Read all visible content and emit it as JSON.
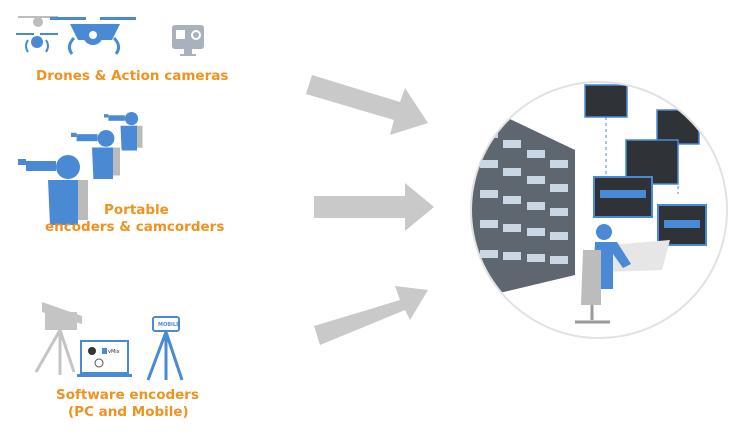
{
  "sources": [
    {
      "label": "Drones & Action cameras",
      "icons": [
        "drone-icon",
        "action-camera-icon"
      ]
    },
    {
      "label_line1": "Portable",
      "label_line2": "encoders & camcorders",
      "icons": [
        "camera-operator-icon"
      ]
    },
    {
      "label_line1": "Software encoders",
      "label_line2": "(PC and Mobile)",
      "icons": [
        "camcorder-tripod-icon",
        "laptop-icon",
        "mobile-tripod-icon"
      ]
    }
  ],
  "laptop_apps": [
    "vMix"
  ],
  "mobile_screen_text": "MOBILE",
  "destination": {
    "icon": "broadcast-control-room-icon"
  },
  "colors": {
    "accent_orange": "#f0921e",
    "icon_blue": "#4a8ad4",
    "icon_gray": "#c4c4c4",
    "arrow_gray": "#c9c9c9"
  }
}
